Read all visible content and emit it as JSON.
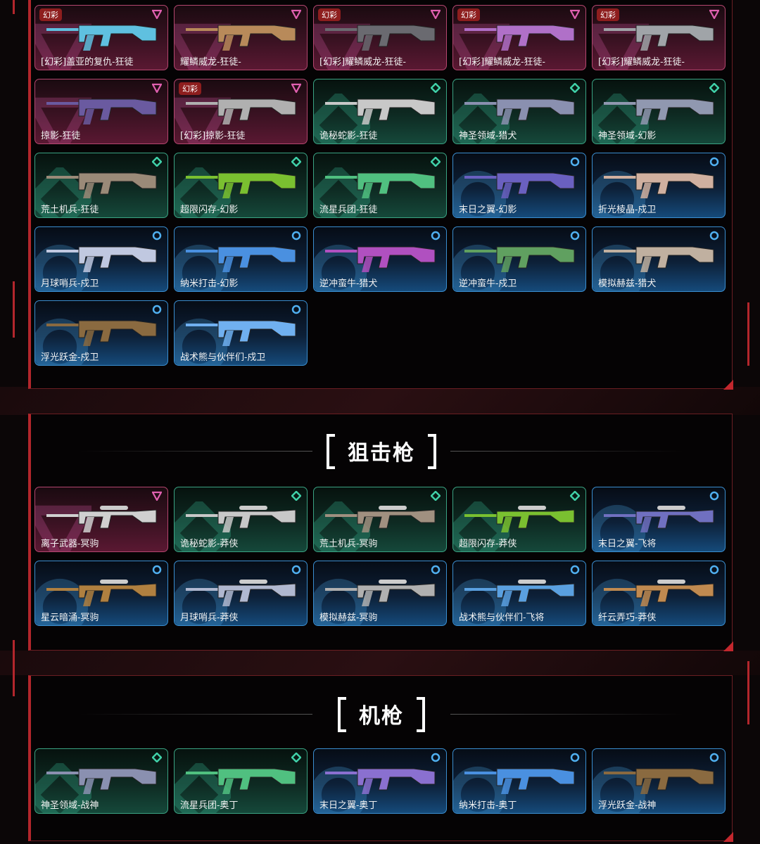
{
  "colors": {
    "pink": "#b4466f",
    "green": "#3aa383",
    "blue": "#3a8ed0",
    "accent": "#b3262c"
  },
  "badge_label": "幻彩",
  "sections": [
    {
      "title": "",
      "items": [
        {
          "name": "[幻彩]盖亚的复仇-狂徒",
          "tier": "pink",
          "badge": true,
          "c": "#5fc0e0"
        },
        {
          "name": "耀鳞威龙-狂徒-",
          "tier": "pink",
          "badge": false,
          "c": "#b88a5a"
        },
        {
          "name": "[幻彩]耀鳞威龙-狂徒-",
          "tier": "pink",
          "badge": true,
          "c": "#6a6a70"
        },
        {
          "name": "[幻彩]耀鳞威龙-狂徒-",
          "tier": "pink",
          "badge": true,
          "c": "#b070c8"
        },
        {
          "name": "[幻彩]耀鳞威龙-狂徒-",
          "tier": "pink",
          "badge": true,
          "c": "#a0a4a8"
        },
        {
          "name": "掠影-狂徒",
          "tier": "pink",
          "badge": false,
          "c": "#6a5aa0"
        },
        {
          "name": "[幻彩]掠影-狂徒",
          "tier": "pink",
          "badge": true,
          "c": "#b0b0b0"
        },
        {
          "name": "诡秘蛇影-狂徒",
          "tier": "green",
          "badge": false,
          "c": "#c8c8c8"
        },
        {
          "name": "神圣领域-猎犬",
          "tier": "green",
          "badge": false,
          "c": "#8a90b0"
        },
        {
          "name": "神圣领域-幻影",
          "tier": "green",
          "badge": false,
          "c": "#9098b0"
        },
        {
          "name": "荒土机兵-狂徒",
          "tier": "green",
          "badge": false,
          "c": "#9a8a78"
        },
        {
          "name": "超限闪存-幻影",
          "tier": "green",
          "badge": false,
          "c": "#7ac030"
        },
        {
          "name": "流星兵团-狂徒",
          "tier": "green",
          "badge": false,
          "c": "#50c080"
        },
        {
          "name": "末日之翼-幻影",
          "tier": "blue",
          "badge": false,
          "c": "#6a60c0"
        },
        {
          "name": "折光棱晶-戍卫",
          "tier": "blue",
          "badge": false,
          "c": "#d0b0a0"
        },
        {
          "name": "月球哨兵-戍卫",
          "tier": "blue",
          "badge": false,
          "c": "#c0c8e0"
        },
        {
          "name": "纳米打击-幻影",
          "tier": "blue",
          "badge": false,
          "c": "#4a90e0"
        },
        {
          "name": "逆冲蛮牛-猎犬",
          "tier": "blue",
          "badge": false,
          "c": "#b050c0"
        },
        {
          "name": "逆冲蛮牛-戍卫",
          "tier": "blue",
          "badge": false,
          "c": "#60a060"
        },
        {
          "name": "模拟赫兹-猎犬",
          "tier": "blue",
          "badge": false,
          "c": "#c0b0a0"
        },
        {
          "name": "浮光跃金-戍卫",
          "tier": "blue",
          "badge": false,
          "c": "#8a6a40"
        },
        {
          "name": "战术熊与伙伴们-戍卫",
          "tier": "blue",
          "badge": false,
          "c": "#70b0f0"
        }
      ]
    },
    {
      "title": "狙击枪",
      "items": [
        {
          "name": "离子武器-冥驹",
          "tier": "pink",
          "badge": false,
          "c": "#d0d0d0"
        },
        {
          "name": "诡秘蛇影-莽侠",
          "tier": "green",
          "badge": false,
          "c": "#c8c8c8"
        },
        {
          "name": "荒土机兵-冥驹",
          "tier": "green",
          "badge": false,
          "c": "#a09080"
        },
        {
          "name": "超限闪存-莽侠",
          "tier": "green",
          "badge": false,
          "c": "#7ac030"
        },
        {
          "name": "末日之翼-飞将",
          "tier": "blue",
          "badge": false,
          "c": "#7070c0"
        },
        {
          "name": "星云暗涌-冥驹",
          "tier": "blue",
          "badge": false,
          "c": "#b08040"
        },
        {
          "name": "月球哨兵-莽侠",
          "tier": "blue",
          "badge": false,
          "c": "#b0b8d0"
        },
        {
          "name": "模拟赫兹-冥驹",
          "tier": "blue",
          "badge": false,
          "c": "#b0b0b0"
        },
        {
          "name": "战术熊与伙伴们-飞将",
          "tier": "blue",
          "badge": false,
          "c": "#5aa0e0"
        },
        {
          "name": "纤云弄巧-莽侠",
          "tier": "blue",
          "badge": false,
          "c": "#c08a50"
        }
      ]
    },
    {
      "title": "机枪",
      "items": [
        {
          "name": "神圣领域-战神",
          "tier": "green",
          "badge": false,
          "c": "#8a90b0"
        },
        {
          "name": "流星兵团-奥丁",
          "tier": "green",
          "badge": false,
          "c": "#50c080"
        },
        {
          "name": "末日之翼-奥丁",
          "tier": "blue",
          "badge": false,
          "c": "#8a70d0"
        },
        {
          "name": "纳米打击-奥丁",
          "tier": "blue",
          "badge": false,
          "c": "#4a90e0"
        },
        {
          "name": "浮光跃金-战神",
          "tier": "blue",
          "badge": false,
          "c": "#8a6a40"
        }
      ]
    }
  ]
}
